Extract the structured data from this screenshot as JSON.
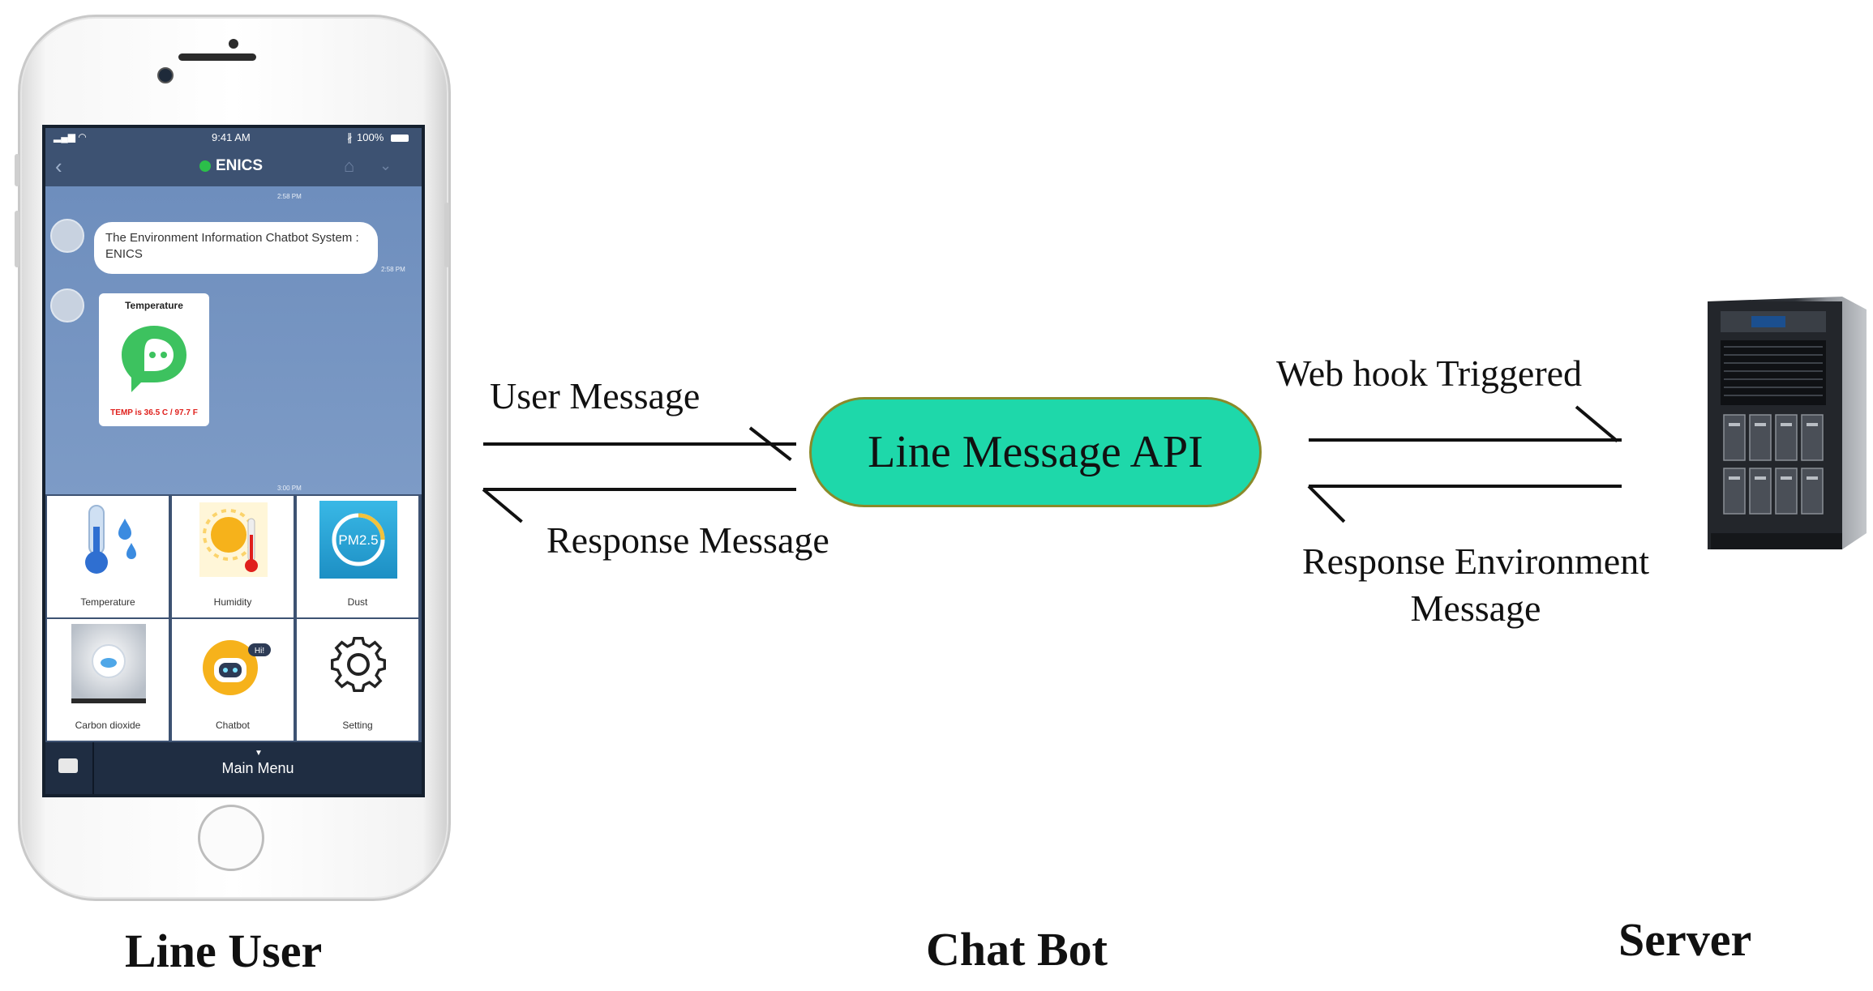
{
  "phone": {
    "status": {
      "time": "9:41 AM",
      "battery": "100%"
    },
    "nav_title": "ENICS",
    "chat": {
      "timestamps": [
        "2:58 PM",
        "2:58 PM",
        "3:00 PM"
      ],
      "bubble_text": "The Environment Information Chatbot System : ENICS",
      "card_title": "Temperature",
      "card_reading": "TEMP is 36.5 C / 97.7 F"
    },
    "menu": [
      {
        "label": "Temperature",
        "icon": "thermometer-icon"
      },
      {
        "label": "Humidity",
        "icon": "sun-thermometer-icon"
      },
      {
        "label": "Dust",
        "icon": "pm25-icon",
        "badge": "PM2.5"
      },
      {
        "label": "Carbon dioxide",
        "icon": "cloud-icon"
      },
      {
        "label": "Chatbot",
        "icon": "robot-icon",
        "badge": "Hi!"
      },
      {
        "label": "Setting",
        "icon": "gear-icon"
      }
    ],
    "tabbar_label": "Main Menu"
  },
  "arrows": {
    "user_message": "User Message",
    "response_message": "Response Message",
    "webhook": "Web hook Triggered",
    "response_env_line1": "Response Environment",
    "response_env_line2": "Message"
  },
  "center_box": "Line Message API",
  "captions": {
    "line_user": "Line User",
    "chat_bot": "Chat Bot",
    "server": "Server"
  },
  "colors": {
    "api_box": "#1ed8aa",
    "line_header": "#3d5272",
    "chat_bg": "#6f8fbf",
    "temp_red": "#e0201c"
  }
}
